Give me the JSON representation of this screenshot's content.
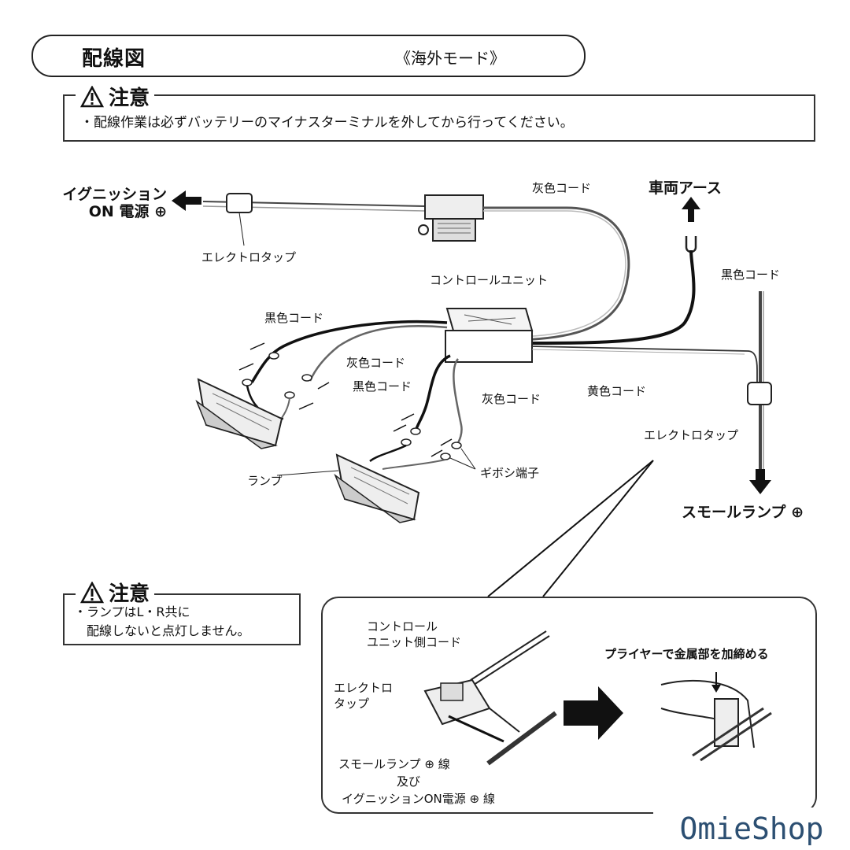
{
  "header": {
    "title": "配線図",
    "mode": "《海外モード》"
  },
  "caution_top": {
    "heading": "注意",
    "text": "・配線作業は必ずバッテリーのマイナスターミナルを外してから行ってください。"
  },
  "caution_bottom": {
    "heading": "注意",
    "line1": "・ランプはL・R共に",
    "line2": "配線しないと点灯しません。"
  },
  "diagram_labels": {
    "ignition_line1": "イグニッション",
    "ignition_line2": "ON 電源",
    "electro_tap_left": "エレクトロタップ",
    "gray_cord_top": "灰色コード",
    "vehicle_ground": "車両アース",
    "control_unit": "コントロールユニット",
    "black_cord_right": "黒色コード",
    "black_cord_left": "黒色コード",
    "gray_cord_mid": "灰色コード",
    "black_cord_mid": "黒色コード",
    "gray_cord_mid2": "灰色コード",
    "yellow_cord": "黄色コード",
    "electro_tap_right": "エレクトロタップ",
    "lamp": "ランプ",
    "gibosi_terminal": "ギボシ端子",
    "small_lamp": "スモールランプ"
  },
  "inset_labels": {
    "control_unit_cord_line1": "コントロール",
    "control_unit_cord_line2": "ユニット側コード",
    "electro_line1": "エレクトロ",
    "electro_line2": "タップ",
    "plier_note": "プライヤーで金属部を加締める",
    "small_lamp_wire": "スモールランプ",
    "small_lamp_wire_suffix": "線",
    "and": "及び",
    "ignition_wire": "イグニッションON電源",
    "ignition_wire_suffix": "線"
  },
  "watermark": "OmieShop"
}
